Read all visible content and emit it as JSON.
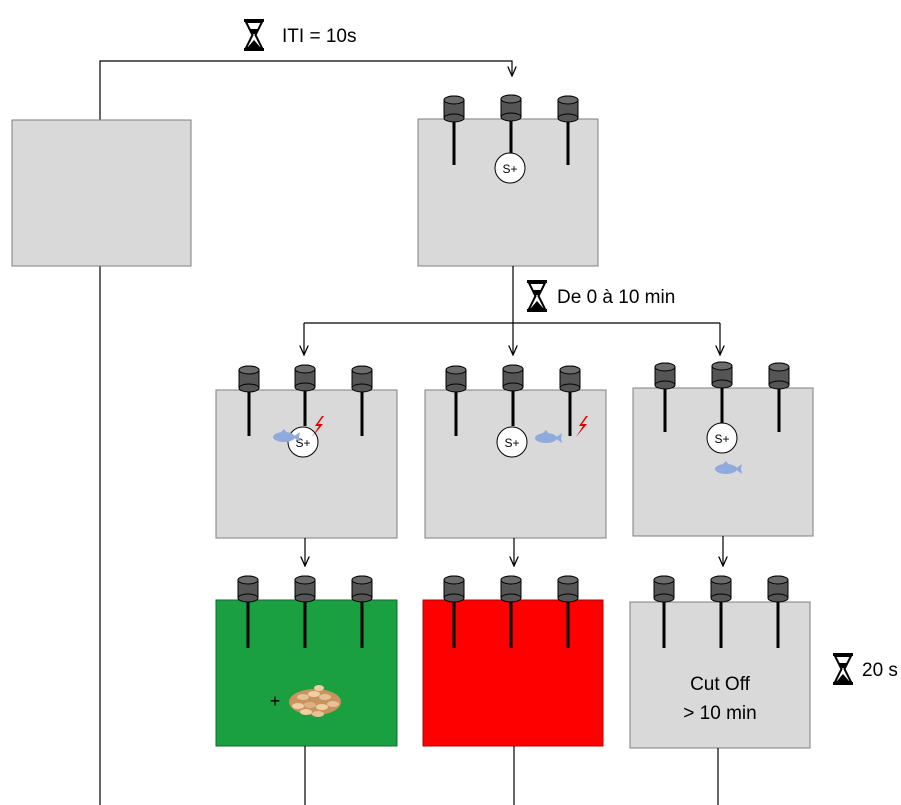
{
  "labels": {
    "iti": "ITI = 10s",
    "delay": "De 0 à 10 min",
    "stimulus": "S+",
    "plus": "+",
    "cutoff_line1": "Cut Off",
    "cutoff_line2": "> 10 min",
    "timeout": "20 s"
  },
  "colors": {
    "line": "#000000",
    "box_fill": "#d9d9d9",
    "box_stroke": "#7f7f7f",
    "lever": "#555555",
    "reward_box": "#1aa041",
    "error_box": "#ff0000",
    "fish": "#8faadc",
    "shock": "#e00000",
    "pellets": "#d9a877"
  },
  "icons": [
    "hourglass-icon",
    "lever-icon",
    "fish-icon",
    "shock-icon",
    "food-pellets-icon"
  ]
}
